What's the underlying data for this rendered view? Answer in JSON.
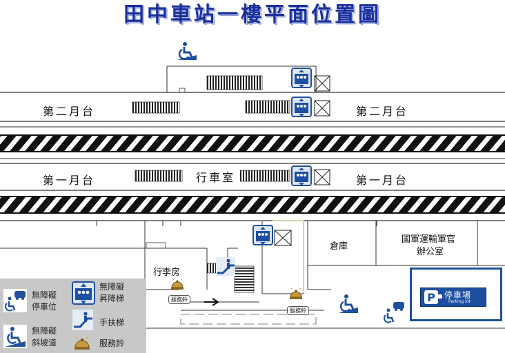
{
  "title": "田中車站一樓平面位置圖",
  "platforms": {
    "platform2_left": "第二月台",
    "platform2_right": "第二月台",
    "platform1_left": "第一月台",
    "platform1_right": "第一月台"
  },
  "rooms": {
    "stationmaster": "行車室",
    "storage": "倉庫",
    "military_office_line1": "國軍運輸軍官",
    "military_office_line2": "辦公室",
    "luggage": "行李房"
  },
  "parking": {
    "zh": "停車場",
    "en": "Parking lot"
  },
  "service_bell_tag": "服務鈴",
  "legend": {
    "accessible_parking": [
      "無障礙",
      "停車位"
    ],
    "accessible_elevator": [
      "無障礙",
      "昇降梯"
    ],
    "escalator": "手扶梯",
    "accessible_ramp": [
      "無障礙",
      "斜坡道"
    ],
    "service_bell": "服務鈴"
  },
  "icons": {
    "wheelchair": "wheelchair-icon",
    "elevator": "elevator-icon",
    "escalator": "escalator-icon",
    "bell": "service-bell-icon",
    "parking": "parking-icon",
    "car": "car-icon"
  },
  "colors": {
    "title": "#1a2f9c",
    "accessible_blue": "#1f4fa0",
    "legend_bg": "#c8c8c8",
    "parking_blue": "#1d4f9e",
    "track_black": "#111111"
  }
}
